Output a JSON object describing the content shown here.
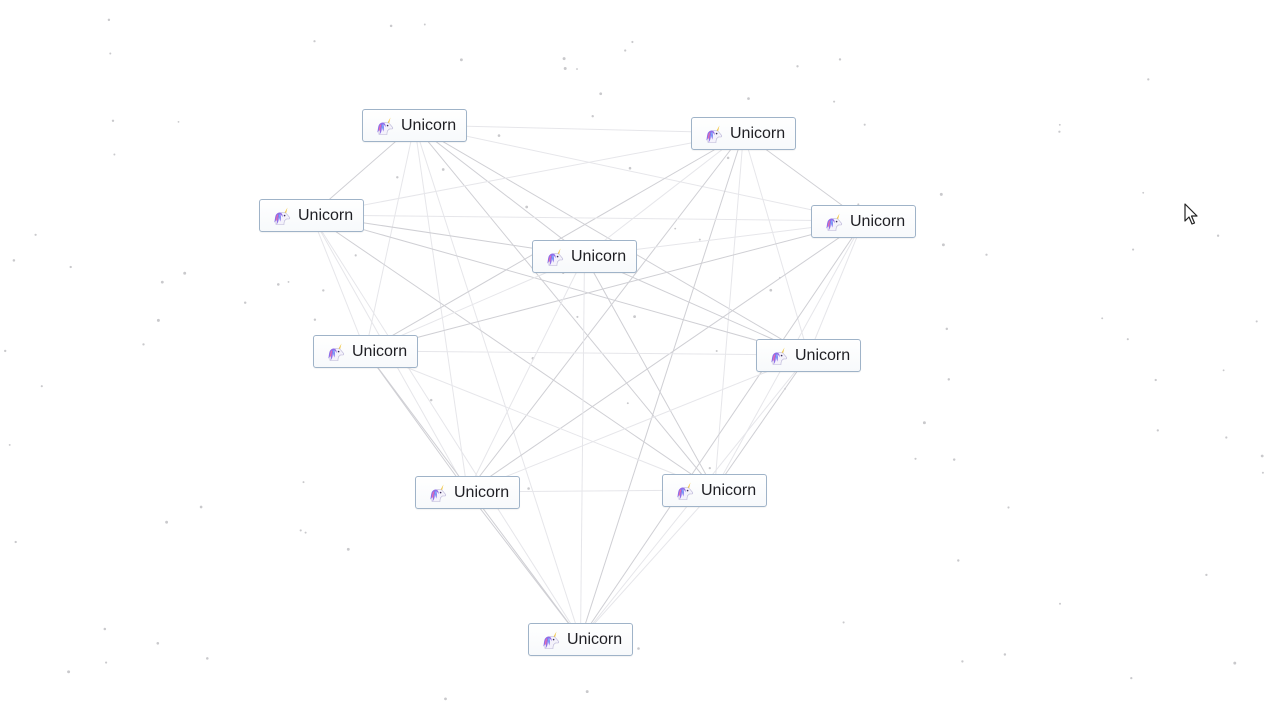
{
  "app": {
    "background_color": "#ffffff",
    "line_color": "#cfcfd4",
    "node_border_color": "#9fb3c8"
  },
  "elements": [
    {
      "id": "e1",
      "label": "Unicorn",
      "icon": "unicorn-icon"
    },
    {
      "id": "e2",
      "label": "Unicorn",
      "icon": "unicorn-icon"
    },
    {
      "id": "e3",
      "label": "Unicorn",
      "icon": "unicorn-icon"
    },
    {
      "id": "e4",
      "label": "Unicorn",
      "icon": "unicorn-icon"
    },
    {
      "id": "e5",
      "label": "Unicorn",
      "icon": "unicorn-icon"
    },
    {
      "id": "e6",
      "label": "Unicorn",
      "icon": "unicorn-icon"
    },
    {
      "id": "e7",
      "label": "Unicorn",
      "icon": "unicorn-icon"
    },
    {
      "id": "e8",
      "label": "Unicorn",
      "icon": "unicorn-icon"
    },
    {
      "id": "e9",
      "label": "Unicorn",
      "icon": "unicorn-icon"
    },
    {
      "id": "e10",
      "label": "Unicorn",
      "icon": "unicorn-icon"
    }
  ],
  "cursor": {
    "icon": "mouse-pointer-icon"
  }
}
